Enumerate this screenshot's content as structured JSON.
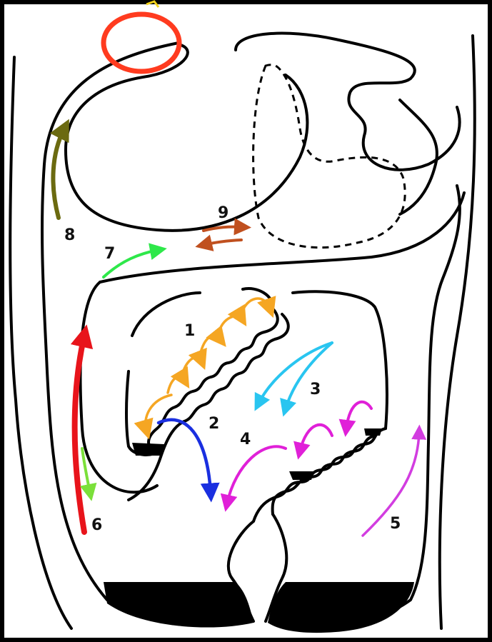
{
  "figure": {
    "labels": [
      "1",
      "2",
      "3",
      "4",
      "5",
      "6",
      "7",
      "8",
      "9"
    ]
  },
  "arrow_colors": {
    "1": "#f5a623",
    "2": "#1a2fe0",
    "3": "#29c5f0",
    "4": "#e020d8",
    "5": "#d23de0",
    "6": "#e8141b",
    "6b": "#7be03a",
    "7": "#2ee84a",
    "8": "#6b6a10",
    "9": "#c0501f"
  },
  "highlight": {
    "shape": "circle",
    "color": "#ff3b1f"
  }
}
